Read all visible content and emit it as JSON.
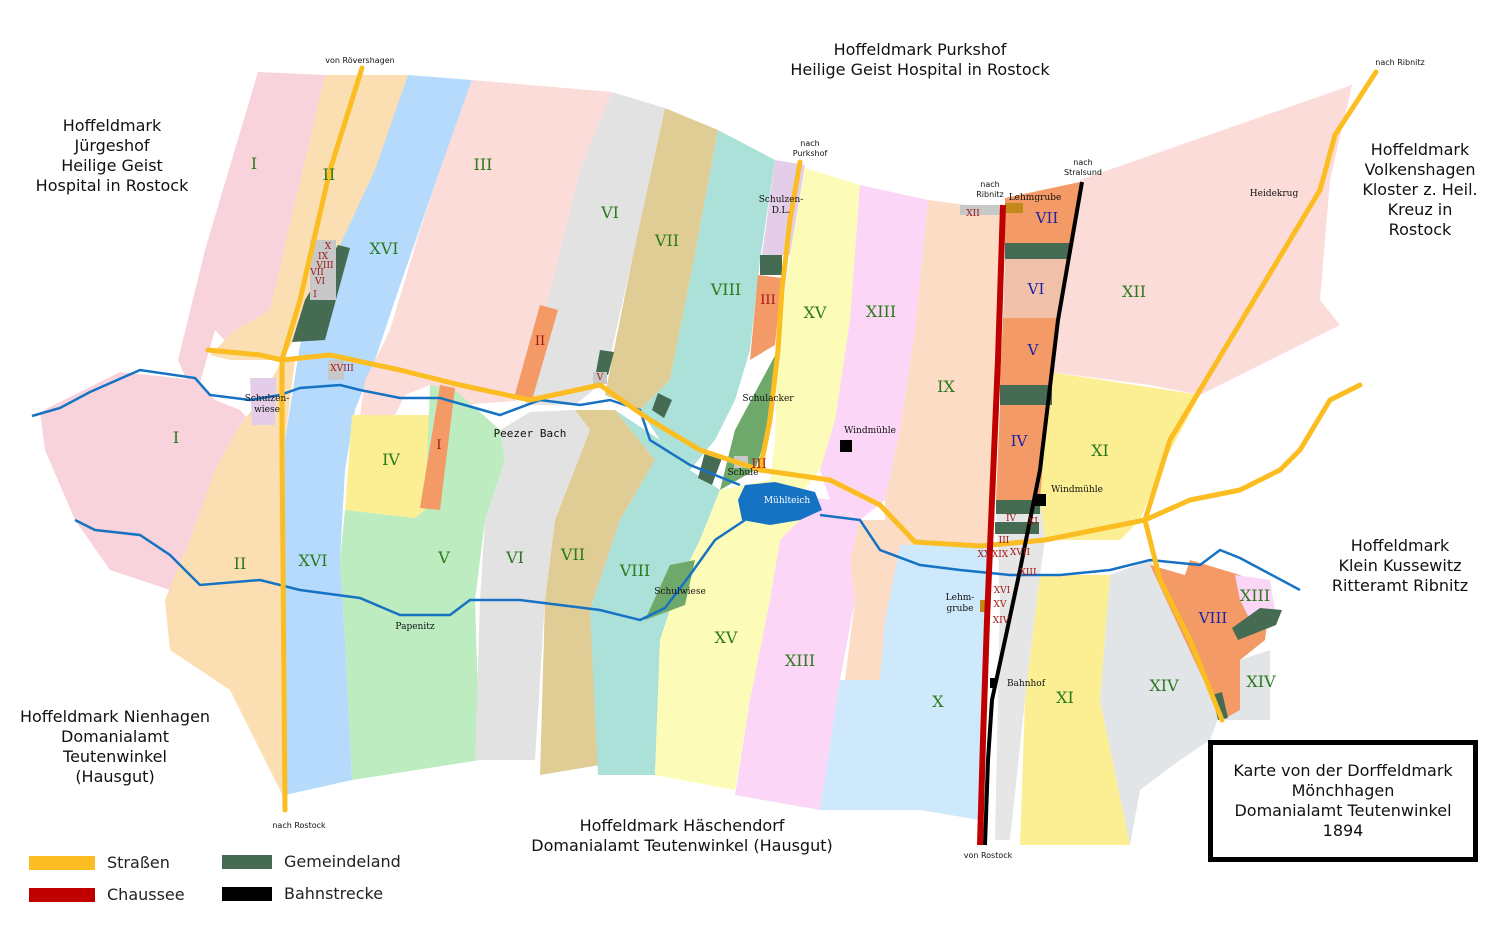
{
  "colors": {
    "pink": "#f9d3dc",
    "peach": "#fbdfb2",
    "blue": "#b5dafb",
    "salmon": "#fbdcd8",
    "gray": "#e2e2e2",
    "tan": "#e0cd96",
    "teal": "#abe1d8",
    "yellow": "#fcfcb8",
    "magenta": "#fcd6f7",
    "orange": "#f39a66",
    "lightblue": "#cde9fb",
    "lightgreen": "#bcecc0",
    "yellow2": "#fcef93",
    "grayblue": "#e1e5e7",
    "green_dark": "#456b52",
    "green_mid": "#6fa86b",
    "road": "#fbbd22",
    "chaussee": "#c00000",
    "rail": "#000000",
    "water": "#1672c3"
  },
  "neighbors": {
    "juergeshof": [
      "Hoffeldmark",
      "Jürgeshof",
      "Heilige Geist",
      "Hospital in Rostock"
    ],
    "purkshof": [
      "Hoffeldmark Purkshof",
      "Heilige Geist Hospital in Rostock"
    ],
    "volkenshagen": [
      "Hoffeldmark",
      "Volkenshagen",
      "Kloster z. Heil.",
      "Kreuz in",
      "Rostock"
    ],
    "kussewitz": [
      "Hoffeldmark",
      "Klein Kussewitz",
      "Ritteramt Ribnitz"
    ],
    "nienhagen": [
      "Hoffeldmark Nienhagen",
      "Domanialamt",
      "Teutenwinkel",
      "(Hausgut)"
    ],
    "haeschendorf": [
      "Hoffeldmark Häschendorf",
      "Domanialamt Teutenwinkel (Hausgut)"
    ]
  },
  "road_labels": {
    "von_roevershagen": "von Rövershagen",
    "nach_purkshof": [
      "nach",
      "Purkshof"
    ],
    "nach_ribnitz_top": "nach Ribnitz",
    "nach_ribnitz_mid": [
      "nach",
      "Ribnitz"
    ],
    "nach_stralsund": [
      "nach",
      "Stralsund"
    ],
    "nach_rostock": "nach Rostock",
    "von_rostock": "von Rostock"
  },
  "places": {
    "heidekrug": "Heidekrug",
    "lehmgrube_top": "Lehmgrube",
    "lehmgrube_bottom": [
      "Lehm-",
      "grube"
    ],
    "schulzen_dl": [
      "Schulzen-",
      "D.L."
    ],
    "schulzenwiese": [
      "Schulzen-",
      "wiese"
    ],
    "schulacker": "Schulacker",
    "schule": "Schule",
    "muehlteich": "Mühlteich",
    "windmuehle_1": "Windmühle",
    "windmuehle_2": "Windmühle",
    "peezer_bach": "Peezer Bach",
    "papenitz": "Papenitz",
    "schulwiese": "Schulwiese",
    "bahnhof": "Bahnhof"
  },
  "parcel_labels": {
    "g_I_top": "I",
    "g_II_top": "II",
    "g_XVI_top": "XVI",
    "g_III_top": "III",
    "g_VI_top": "VI",
    "g_VII_top": "VII",
    "g_VIII_top": "VIII",
    "g_XV_top": "XV",
    "g_XIII_top": "XIII",
    "g_IX": "IX",
    "g_XII": "XII",
    "g_I_left": "I",
    "g_II_bot": "II",
    "g_XVI_bot": "XVI",
    "g_IV": "IV",
    "g_V": "V",
    "g_VI_bot": "VI",
    "g_VII_bot": "VII",
    "g_VIII_bot": "VIII",
    "g_XV_bot": "XV",
    "g_XIII_bot": "XIII",
    "g_X": "X",
    "g_XI_mid": "XI",
    "g_XI_bot": "XI",
    "g_XIV_bot": "XIV",
    "g_XIV_right": "XIV",
    "g_XIII_right": "XIII",
    "b_VII": "VII",
    "b_VI": "VI",
    "b_V": "V",
    "b_IV": "IV",
    "b_VIII_right": "VIII",
    "r_II": "II",
    "r_I": "I",
    "r_III": "III",
    "r_III_b": "III",
    "r_V": "V",
    "r_XVIII": "XVIII",
    "r_XII_small": "XII",
    "s_X": "X",
    "s_IX": "IX",
    "s_VIII": "VIII",
    "s_VII": "VII",
    "s_VI": "VI",
    "s_I": "I",
    "s_IV": "IV",
    "s_XI": "XI",
    "s_III": "III",
    "s_XX": "XX",
    "s_XIX": "XIX",
    "s_XVII": "XVII",
    "s_XIII": "XIII",
    "s_XVI": "XVI",
    "s_XV": "XV",
    "s_XIV": "XIV"
  },
  "legend": {
    "strassen": "Straßen",
    "chaussee": "Chaussee",
    "gemeindeland": "Gemeindeland",
    "bahnstrecke": "Bahnstrecke"
  },
  "title": [
    "Karte von der Dorffeldmark",
    "Mönchhagen",
    "Domanialamt Teutenwinkel",
    "1894"
  ]
}
